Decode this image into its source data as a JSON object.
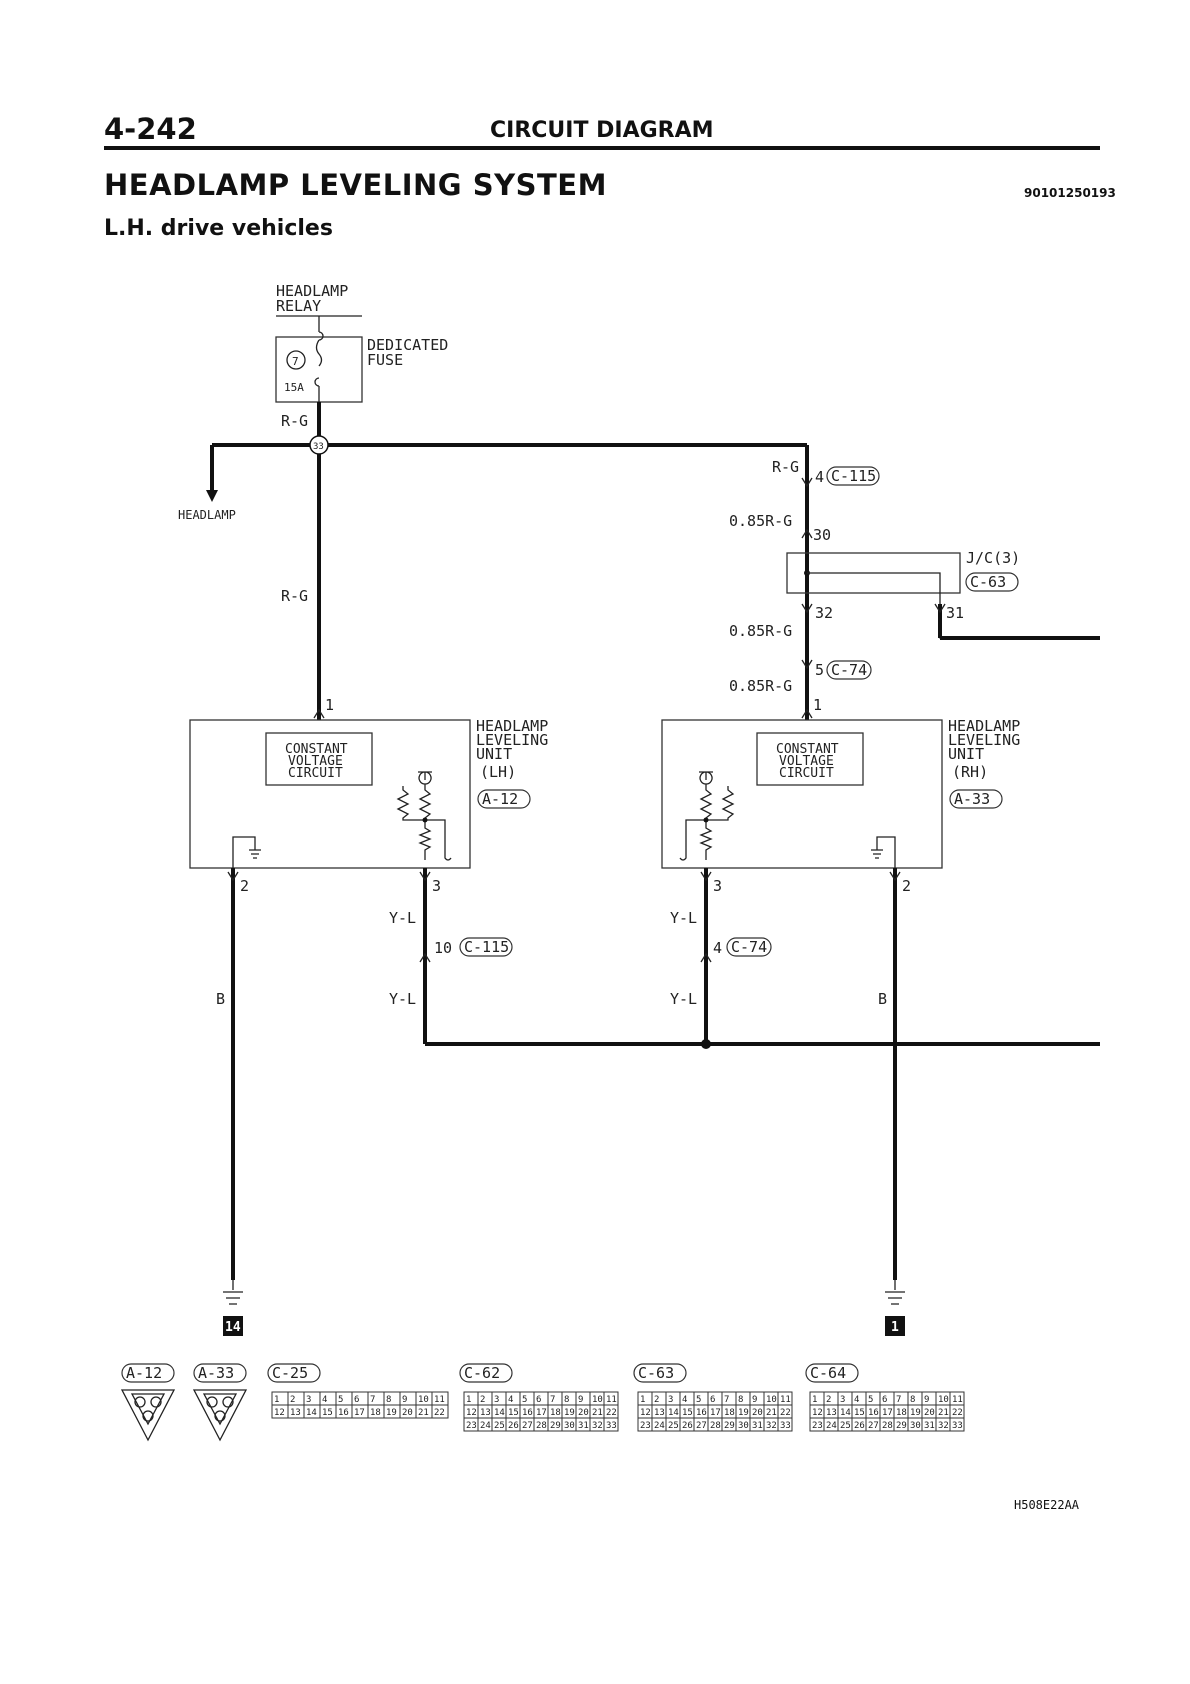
{
  "header": {
    "page_number": "4-242",
    "section_title": "CIRCUIT DIAGRAM",
    "title": "HEADLAMP LEVELING SYSTEM",
    "doc_code": "90101250193",
    "subtitle": "L.H. drive vehicles"
  },
  "figure_code": "H508E22AA",
  "diagram": {
    "relay_label_1": "HEADLAMP",
    "relay_label_2": "RELAY",
    "fuse_label_1": "DEDICATED",
    "fuse_label_2": "FUSE",
    "fuse_number": "7",
    "fuse_rating": "15A",
    "splice_number": "33",
    "headlamp_arrow_label": "HEADLAMP",
    "wires": {
      "rg": "R-G",
      "rg_085": "0.85R-G",
      "yl": "Y-L",
      "b": "B"
    },
    "pins": {
      "p1": "1",
      "p2": "2",
      "p3": "3",
      "p4": "4",
      "p5": "5",
      "p10": "10",
      "p30": "30",
      "p31": "31",
      "p32": "32"
    },
    "connectors": {
      "c115": "C-115",
      "c74": "C-74",
      "c63": "C-63",
      "a12": "A-12",
      "a33": "A-33",
      "c25": "C-25",
      "c62": "C-62",
      "c64": "C-64"
    },
    "jc_label": "J/C(3)",
    "unit_lh": {
      "line1": "HEADLAMP",
      "line2": "LEVELING",
      "line3": "UNIT",
      "side": "(LH)"
    },
    "unit_rh": {
      "line1": "HEADLAMP",
      "line2": "LEVELING",
      "line3": "UNIT",
      "side": "(RH)"
    },
    "cvc": {
      "line1": "CONSTANT",
      "line2": "VOLTAGE",
      "line3": "CIRCUIT"
    },
    "grounds": {
      "left": "14",
      "right": "1"
    }
  }
}
